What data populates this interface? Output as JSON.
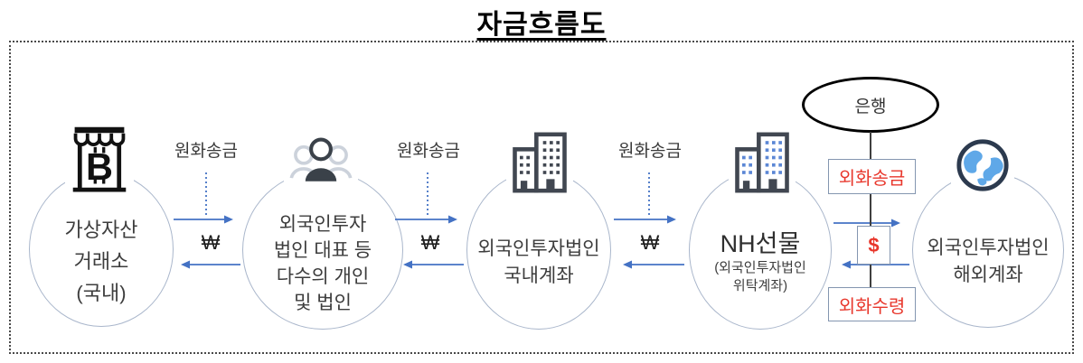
{
  "title": "자금흐름도",
  "nodes": {
    "exchange": {
      "icon": "bitcoin-store-icon",
      "label_lines": [
        "가상자산",
        "거래소",
        "(국내)"
      ]
    },
    "investors": {
      "icon": "people-icon",
      "label_lines": [
        "외국인투자",
        "법인 대표 등",
        "다수의 개인",
        "및 법인"
      ]
    },
    "domestic_account": {
      "icon": "buildings-icon",
      "label_lines": [
        "외국인투자법인",
        "국내계좌"
      ]
    },
    "nh_futures": {
      "icon": "buildings-icon",
      "name": "NH선물",
      "sub_lines": [
        "(외국인투자법인",
        "위탁계좌)"
      ]
    },
    "overseas_account": {
      "icon": "globe-icon",
      "label_lines": [
        "외국인투자법인",
        "해외계좌"
      ]
    }
  },
  "bank": {
    "label": "은행"
  },
  "transfers": {
    "krw_label_1": "원화송금",
    "krw_label_2": "원화송금",
    "krw_label_3": "원화송금",
    "won_1": "₩",
    "won_2": "₩",
    "won_3": "₩",
    "fx_send": "외화송금",
    "dollar": "$",
    "fx_receive": "외화수령"
  },
  "colors": {
    "arrow": "#4472c4",
    "alert_red": "#e8372c",
    "box_border": "#8496b0",
    "circle_border": "#a9b6cb",
    "text": "#3d3d3d",
    "bank_line": "#3f3f3f"
  }
}
